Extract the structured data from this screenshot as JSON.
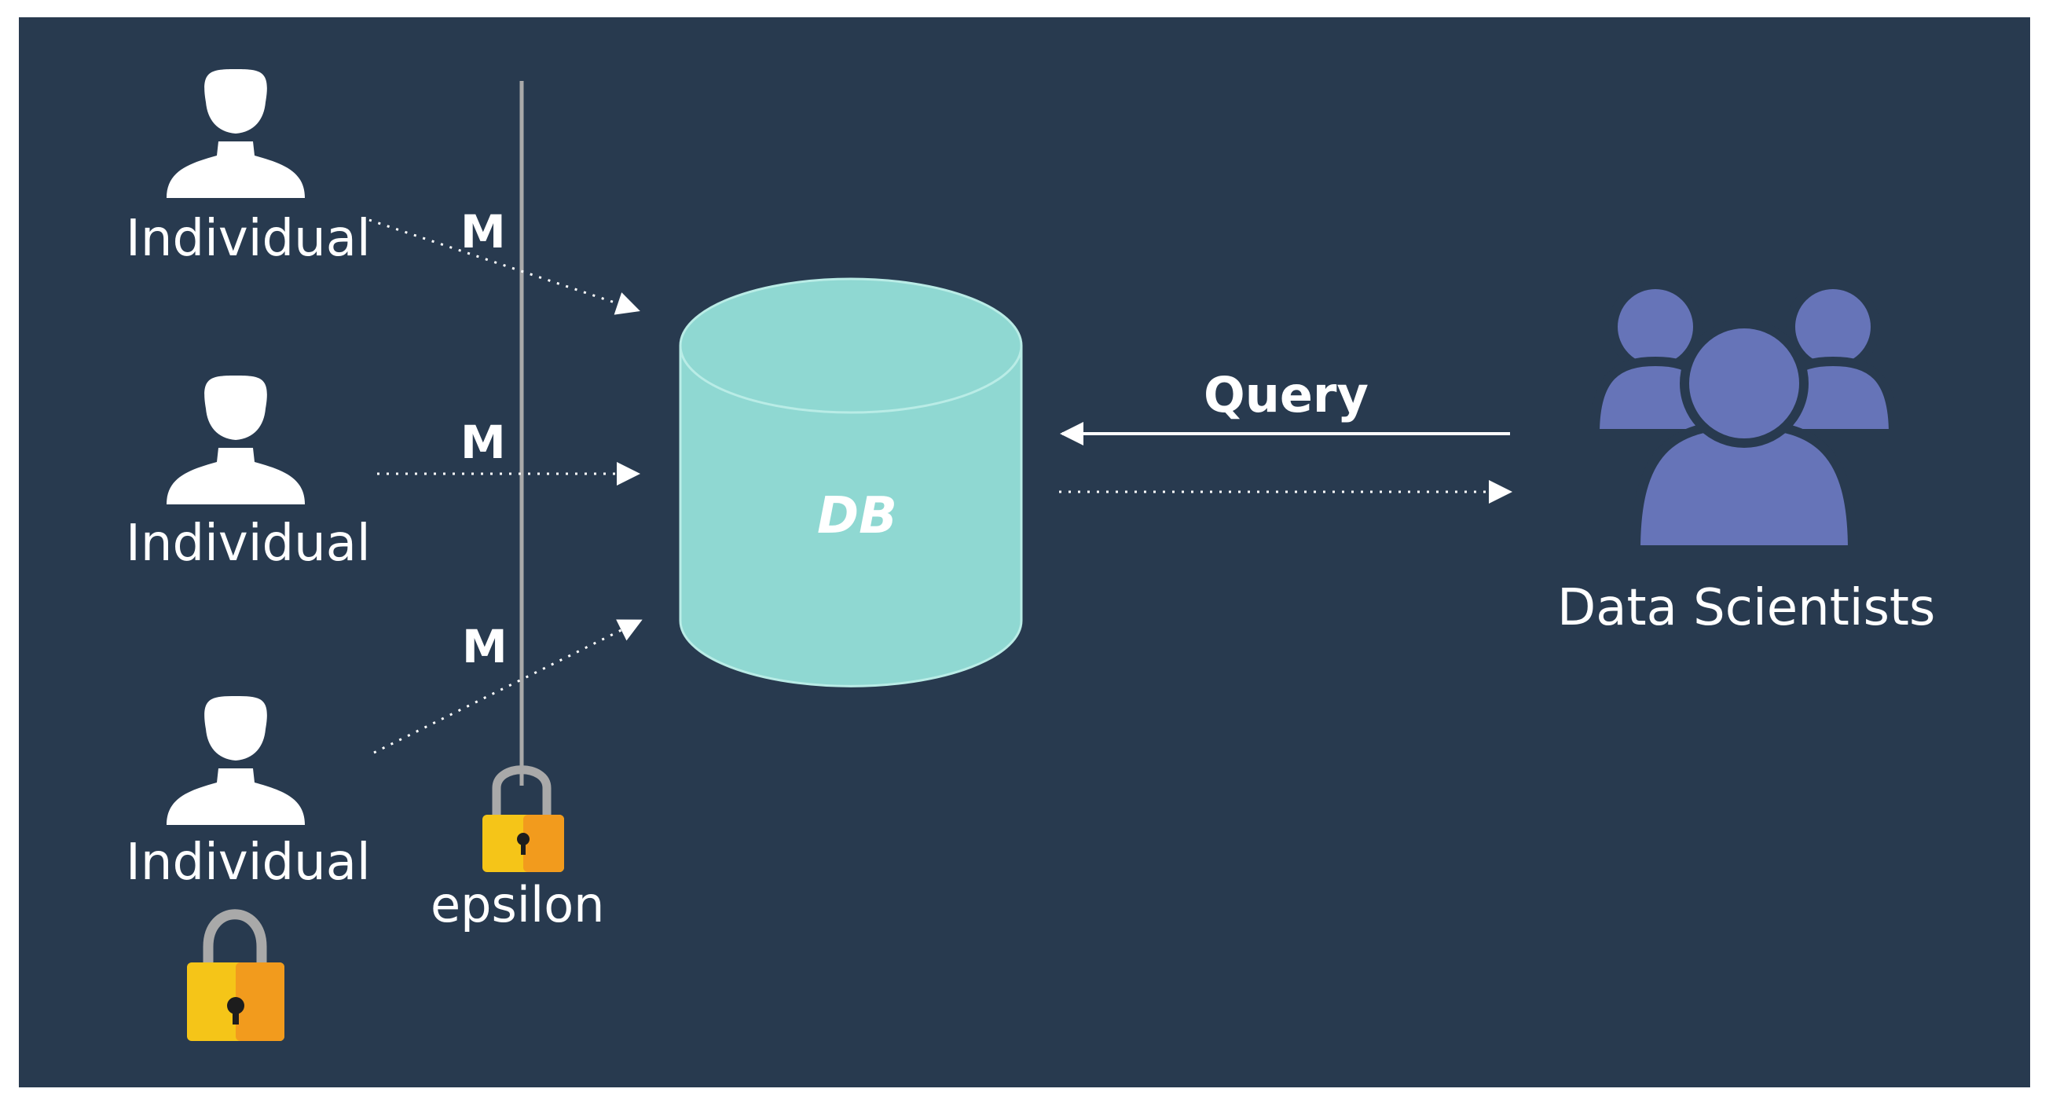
{
  "individuals": [
    {
      "label": "Individual"
    },
    {
      "label": "Individual"
    },
    {
      "label": "Individual"
    }
  ],
  "mechanism_labels": [
    "M",
    "M",
    "M"
  ],
  "database": {
    "label": "DB"
  },
  "query": {
    "label": "Query"
  },
  "data_scientists": {
    "label": "Data Scientists"
  },
  "privacy_budget": {
    "label": "epsilon"
  },
  "icons": [
    "person-icon",
    "padlock-icon",
    "database-cylinder-icon",
    "group-icon",
    "open-padlock-icon"
  ],
  "colors": {
    "background": "#283a4f",
    "database_fill": "#8fd8d2",
    "group_icon": "#6674b8",
    "lock_gold": "#f5c518",
    "lock_orange": "#f29b1d",
    "text": "#ffffff"
  }
}
